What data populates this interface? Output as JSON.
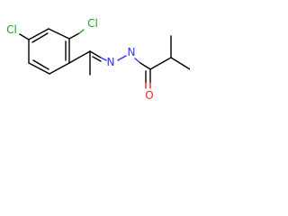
{
  "molecule": {
    "atoms": {
      "cl_ortho": "Cl",
      "cl_para": "Cl",
      "n_imine": "N",
      "n_amide": "N",
      "o_carbonyl": "O"
    },
    "colors": {
      "carbon": "#000000",
      "chlorine": "#20a020",
      "nitrogen": "#3030ff",
      "oxygen": "#ff2020"
    }
  }
}
